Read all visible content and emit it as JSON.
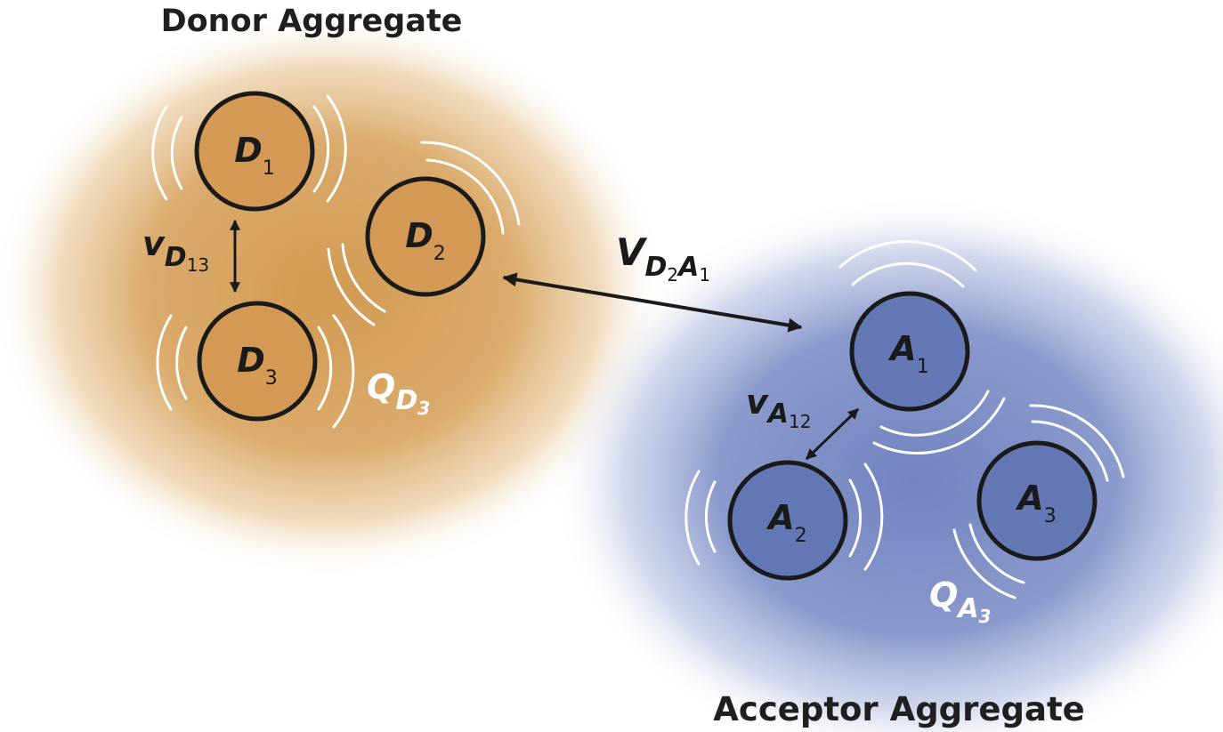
{
  "donor_aggregate": {
    "title": "Donor Aggregate",
    "color": "#d29a52",
    "molecules": [
      {
        "letter": "D",
        "sub": "1"
      },
      {
        "letter": "D",
        "sub": "2"
      },
      {
        "letter": "D",
        "sub": "3"
      }
    ],
    "coupling": {
      "letter": "v",
      "sub_letter": "D",
      "sub_num": "13"
    },
    "mode": {
      "letter": "Q",
      "sub_letter": "D",
      "sub_num": "3"
    }
  },
  "acceptor_aggregate": {
    "title": "Acceptor Aggregate",
    "color": "#6d7fbd",
    "molecules": [
      {
        "letter": "A",
        "sub": "1"
      },
      {
        "letter": "A",
        "sub": "2"
      },
      {
        "letter": "A",
        "sub": "3"
      }
    ],
    "coupling": {
      "letter": "v",
      "sub_letter": "A",
      "sub_num": "12"
    },
    "mode": {
      "letter": "Q",
      "sub_letter": "A",
      "sub_num": "3"
    }
  },
  "inter_coupling": {
    "letter": "V",
    "d_letter": "D",
    "d_num": "2",
    "a_letter": "A",
    "a_num": "1"
  }
}
